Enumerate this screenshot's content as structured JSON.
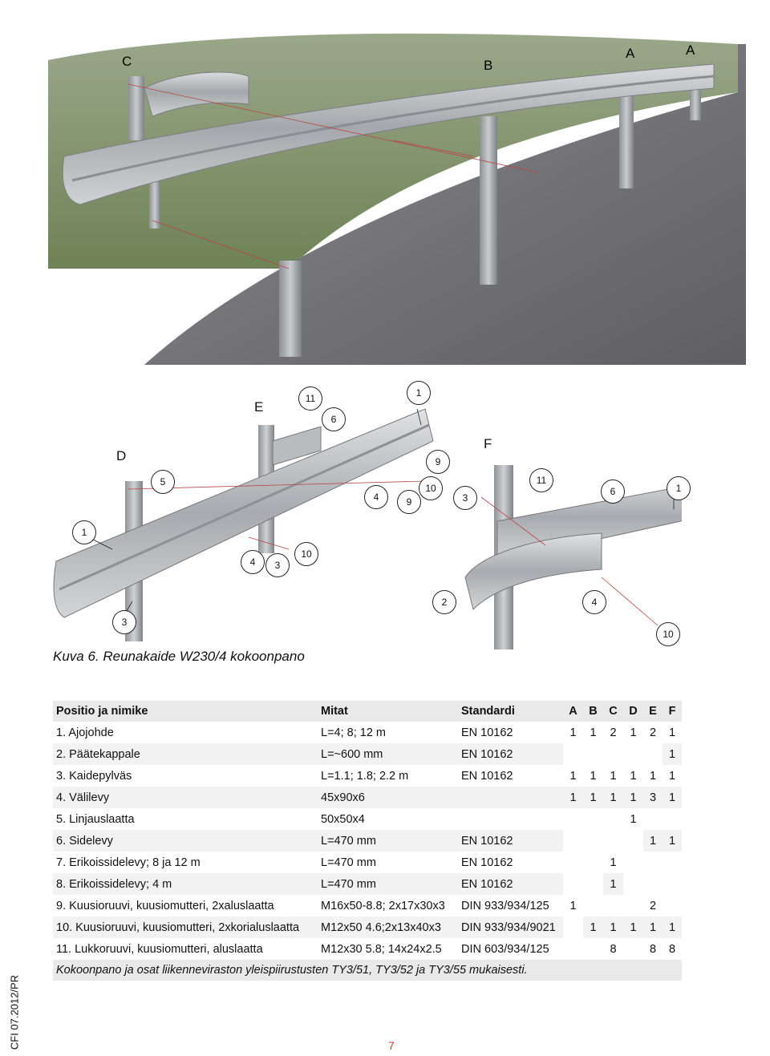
{
  "illustration_top": {
    "letters": [
      "C",
      "B",
      "A",
      "A"
    ]
  },
  "illustration_bottom": {
    "letters": [
      "E",
      "D",
      "F"
    ],
    "callouts": [
      "11",
      "6",
      "1",
      "9",
      "5",
      "4",
      "9",
      "10",
      "3",
      "11",
      "6",
      "1",
      "1",
      "4",
      "3",
      "10",
      "2",
      "4",
      "10",
      "3"
    ]
  },
  "caption": "Kuva 6. Reunakaide W230/4 kokoonpano",
  "table": {
    "headers": [
      "Positio ja nimike",
      "Mitat",
      "Standardi",
      "A",
      "B",
      "C",
      "D",
      "E",
      "F"
    ],
    "rows": [
      [
        "1. Ajojohde",
        "L=4; 8; 12 m",
        "EN 10162",
        "1",
        "1",
        "2",
        "1",
        "2",
        "1"
      ],
      [
        "2. Päätekappale",
        "L=~600 mm",
        "EN 10162",
        "",
        "",
        "",
        "",
        "",
        "1"
      ],
      [
        "3. Kaidepylväs",
        "L=1.1; 1.8; 2.2 m",
        "EN 10162",
        "1",
        "1",
        "1",
        "1",
        "1",
        "1"
      ],
      [
        "4. Välilevy",
        "45x90x6",
        "",
        "1",
        "1",
        "1",
        "1",
        "3",
        "1"
      ],
      [
        "5. Linjauslaatta",
        "50x50x4",
        "",
        "",
        "",
        "",
        "1",
        "",
        ""
      ],
      [
        "6. Sidelevy",
        "L=470 mm",
        "EN 10162",
        "",
        "",
        "",
        "",
        "1",
        "1"
      ],
      [
        "7. Erikoissidelevy; 8 ja 12 m",
        "L=470 mm",
        "EN 10162",
        "",
        "",
        "1",
        "",
        "",
        ""
      ],
      [
        "8. Erikoissidelevy; 4 m",
        "L=470 mm",
        "EN 10162",
        "",
        "",
        "1",
        "",
        "",
        ""
      ],
      [
        "9. Kuusioruuvi, kuusiomutteri, 2xaluslaatta",
        "M16x50-8.8; 2x17x30x3",
        "DIN 933/934/125",
        "1",
        "",
        "",
        "",
        "2",
        ""
      ],
      [
        "10. Kuusioruuvi, kuusiomutteri, 2xkorialuslaatta",
        "M12x50 4.6;2x13x40x3",
        "DIN 933/934/9021",
        "",
        "1",
        "1",
        "1",
        "1",
        "1"
      ],
      [
        "11. Lukkoruuvi, kuusiomutteri, aluslaatta",
        "M12x30 5.8; 14x24x2.5",
        "DIN 603/934/125",
        "",
        "",
        "8",
        "",
        "8",
        "8"
      ]
    ],
    "note": "Kokoonpano ja osat liikenneviraston yleispiirustusten TY3/51, TY3/52 ja TY3/55 mukaisesti."
  },
  "side_code": "CFI 07.2012/PR",
  "page_number": "7",
  "colors": {
    "grass": "#7d8f63",
    "asphalt": "#6f6f73",
    "steel": "#b9bcbf",
    "accent_red": "#c0392b"
  }
}
